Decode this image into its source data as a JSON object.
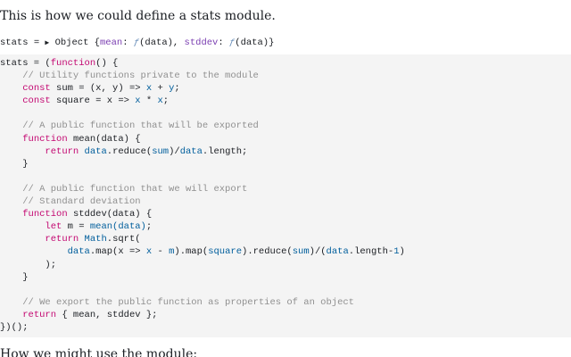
{
  "intro_text": "This is how we could define a stats module.",
  "outro_text": "How we might use the module:",
  "inspector": {
    "name": "stats",
    "equals": " = ",
    "caret": "▶",
    "type": "Object",
    "open": " {",
    "prop1": "mean",
    "sep1": ": ",
    "fn1": "ƒ",
    "args1": "(data), ",
    "prop2": "stddev",
    "sep2": ": ",
    "fn2": "ƒ",
    "args2": "(data)}"
  },
  "code": {
    "t1": "stats = (",
    "t2": "function",
    "t3": "() {\n    ",
    "t4": "// Utility functions private to the module",
    "t5": "\n    ",
    "t6": "const",
    "t7": " sum = (x, y) => ",
    "t8": "x",
    "t9": " + ",
    "t10": "y",
    "t11": ";\n    ",
    "t12": "const",
    "t13": " square = x => ",
    "t14": "x",
    "t15": " * ",
    "t16": "x",
    "t17": ";\n\n    ",
    "t18": "// A public function that will be exported",
    "t19": "\n    ",
    "t20": "function",
    "t21": " mean(data) {\n        ",
    "t22": "return",
    "t23": " ",
    "t24": "data",
    "t25": ".reduce(",
    "t26": "sum",
    "t27": ")/",
    "t28": "data",
    "t29": ".length;\n    }\n\n    ",
    "t30": "// A public function that we will export",
    "t31": "\n    ",
    "t32": "// Standard deviation",
    "t33": "\n    ",
    "t34": "function",
    "t35": " stddev(data) {\n        ",
    "t36": "let",
    "t37": " m = ",
    "t38": "mean(data)",
    "t39": ";\n        ",
    "t40": "return",
    "t41": " ",
    "t42": "Math",
    "t43": ".sqrt(\n            ",
    "t44": "data",
    "t45": ".map(x => ",
    "t46": "x",
    "t47": " - ",
    "t48": "m",
    "t49": ").map(",
    "t50": "square",
    "t51": ").reduce(",
    "t52": "sum",
    "t53": ")/(",
    "t54": "data",
    "t55": ".length-",
    "t56": "1",
    "t57": ")\n        );\n    }\n\n    ",
    "t58": "// We export the public function as properties of an object",
    "t59": "\n    ",
    "t60": "return",
    "t61": " { mean, stddev };\n})();"
  },
  "colors": {
    "keyword": "#c30771",
    "comment": "#909090",
    "identifier": "#005e9c",
    "property": "#7a3db1",
    "code_background": "#f4f4f4"
  }
}
